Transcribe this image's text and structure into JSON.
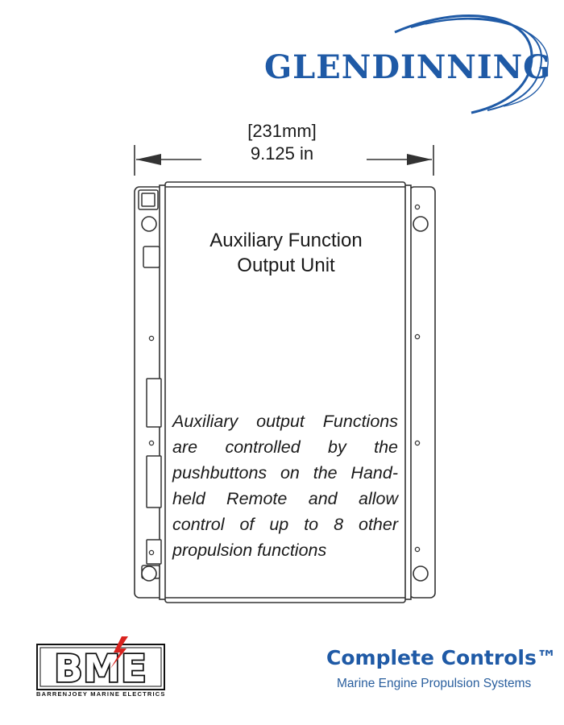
{
  "header": {
    "brand": "GLENDINNING"
  },
  "dimension": {
    "metric": "[231mm]",
    "imperial": "9.125 in"
  },
  "unit": {
    "title_line1": "Auxiliary Function",
    "title_line2": "Output Unit",
    "description_lines": [
      "Auxiliary output Functions",
      "are controlled by the",
      "pushbuttons on the Hand-",
      "held Remote and allow",
      "control of up to 8 other",
      "propulsion functions"
    ]
  },
  "footer": {
    "bme_mark": "BME",
    "bme_caption": "BARRENJOEY MARINE ELECTRICS",
    "cc_title": "Complete Controls™",
    "cc_subtitle": "Marine Engine Propulsion Systems"
  },
  "colors": {
    "brand_blue": "#1f5aa6",
    "bme_red": "#d9231f",
    "line": "#333333"
  }
}
